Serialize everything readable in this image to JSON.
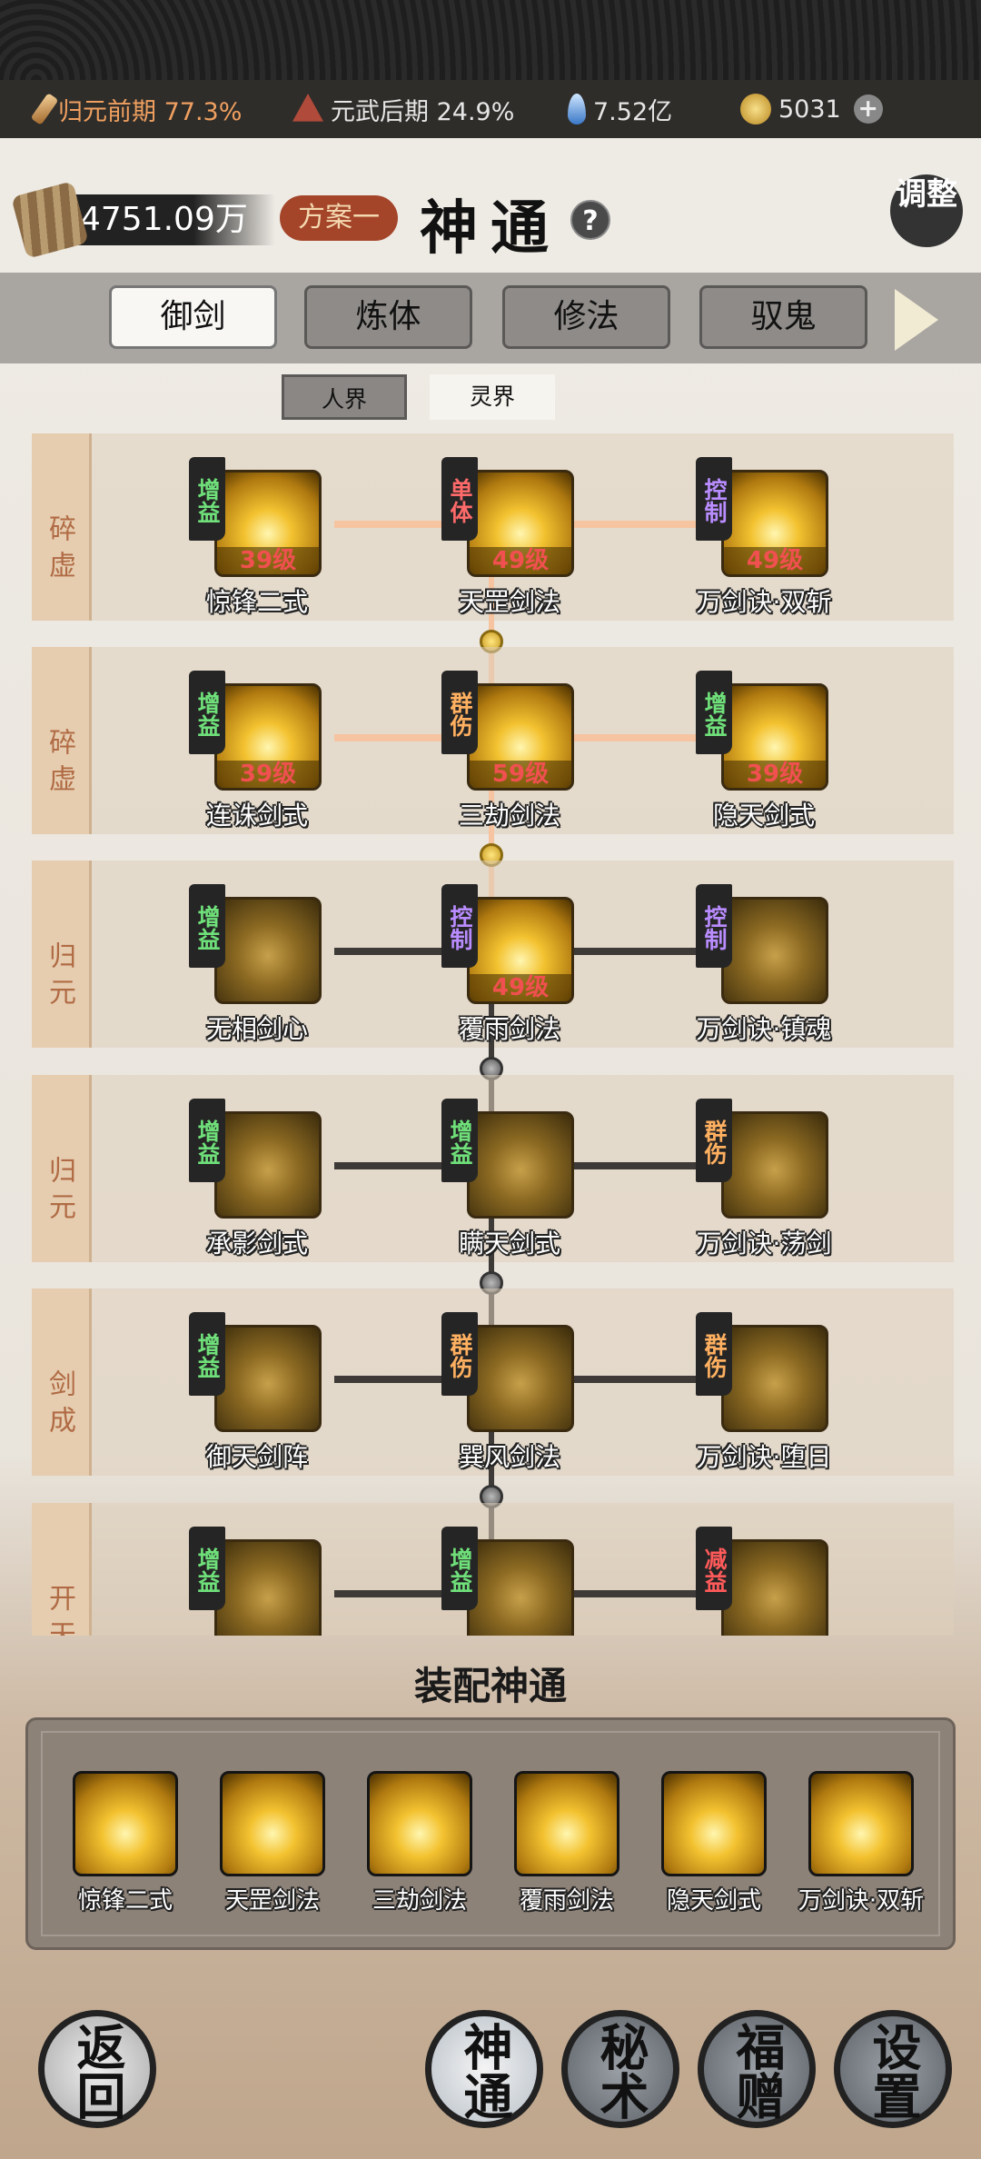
{
  "status": {
    "realm1": "归元前期 77.3%",
    "realm2": "元武后期 24.9%",
    "spirit_stones": "7.52亿",
    "jade": "5031",
    "add_label": "+",
    "colors": {
      "realm1": "#f0a060",
      "text": "#e6e6e6"
    }
  },
  "header": {
    "money": "4751.09万",
    "plan": "方案一",
    "title": "神通",
    "help": "?",
    "adjust": "调整"
  },
  "tabs": [
    {
      "label": "御剑",
      "active": true
    },
    {
      "label": "炼体",
      "active": false
    },
    {
      "label": "修法",
      "active": false
    },
    {
      "label": "驭鬼",
      "active": false
    }
  ],
  "subtabs": [
    {
      "label": "人界",
      "active": true
    },
    {
      "label": "灵界",
      "active": false
    }
  ],
  "tag_colors": {
    "增益": "#6fe07a",
    "单体": "#ff6a6a",
    "控制": "#b98cff",
    "群伤": "#ffb060",
    "减益": "#ff5a5a"
  },
  "rows": [
    {
      "label": "碎虚",
      "active": true,
      "skills": [
        {
          "name": "惊锋二式",
          "tag": "增益",
          "level": "39级"
        },
        {
          "name": "天罡剑法",
          "tag": "单体",
          "level": "49级"
        },
        {
          "name": "万剑诀·双斩",
          "tag": "控制",
          "level": "49级"
        }
      ]
    },
    {
      "label": "碎虚",
      "active": true,
      "skills": [
        {
          "name": "连诛剑式",
          "tag": "增益",
          "level": "39级"
        },
        {
          "name": "三劫剑法",
          "tag": "群伤",
          "level": "59级"
        },
        {
          "name": "隐天剑式",
          "tag": "增益",
          "level": "39级"
        }
      ]
    },
    {
      "label": "归元",
      "active": false,
      "skills": [
        {
          "name": "无相剑心",
          "tag": "增益",
          "level": ""
        },
        {
          "name": "覆雨剑法",
          "tag": "控制",
          "level": "49级"
        },
        {
          "name": "万剑诀·镇魂",
          "tag": "控制",
          "level": ""
        }
      ]
    },
    {
      "label": "归元",
      "active": false,
      "skills": [
        {
          "name": "承影剑式",
          "tag": "增益",
          "level": ""
        },
        {
          "name": "瞒天剑式",
          "tag": "增益",
          "level": ""
        },
        {
          "name": "万剑诀·荡剑",
          "tag": "群伤",
          "level": ""
        }
      ]
    },
    {
      "label": "剑成",
      "active": false,
      "skills": [
        {
          "name": "御天剑阵",
          "tag": "增益",
          "level": ""
        },
        {
          "name": "巽风剑法",
          "tag": "群伤",
          "level": ""
        },
        {
          "name": "万剑诀·堕日",
          "tag": "群伤",
          "level": ""
        }
      ]
    },
    {
      "label": "开天",
      "active": false,
      "skills": [
        {
          "name": "",
          "tag": "增益",
          "level": ""
        },
        {
          "name": "",
          "tag": "增益",
          "level": ""
        },
        {
          "name": "",
          "tag": "减益",
          "level": ""
        }
      ]
    }
  ],
  "equipped": {
    "title": "装配神通",
    "skills": [
      "惊锋二式",
      "天罡剑法",
      "三劫剑法",
      "覆雨剑法",
      "隐天剑式",
      "万剑诀·双斩"
    ]
  },
  "bottom": {
    "back": "返回",
    "nav": [
      {
        "label": "神通",
        "active": true
      },
      {
        "label": "秘术",
        "active": false
      },
      {
        "label": "福赠",
        "active": false
      },
      {
        "label": "设置",
        "active": false
      }
    ]
  }
}
